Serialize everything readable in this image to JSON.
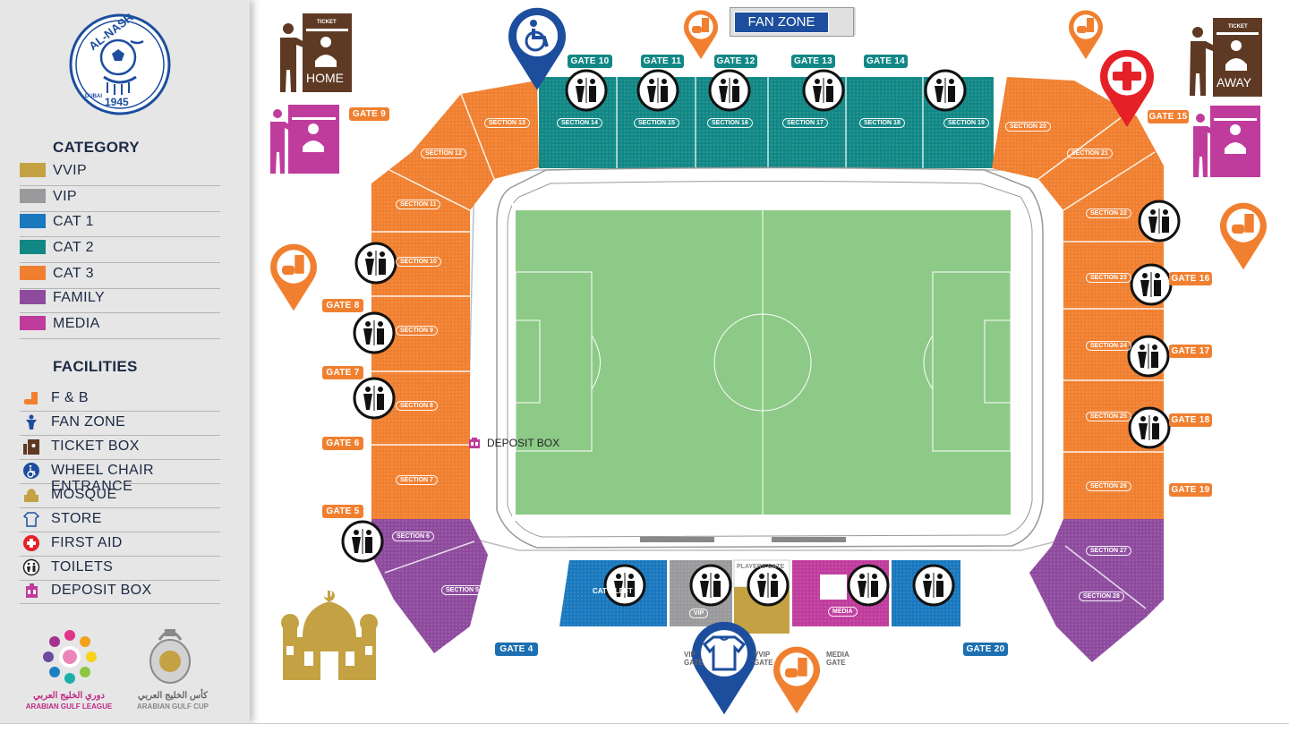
{
  "club": {
    "name": "AL-NASR",
    "city": "DUBAI",
    "year": "1945"
  },
  "colors": {
    "vvip": "#c4a243",
    "vip": "#9a9a9c",
    "cat1": "#1a78be",
    "cat2": "#128886",
    "cat3": "#f08030",
    "family": "#8e4b9e",
    "media": "#bf3c9d",
    "pitch": "#8dca87",
    "fb": "#f08030",
    "brown": "#5e3a24",
    "blue_pin": "#1d4e9e",
    "red_pin": "#e62027",
    "gold": "#c4a243"
  },
  "legend": {
    "category_title": "CATEGORY",
    "categories": [
      {
        "label": "VVIP",
        "color": "#c4a243"
      },
      {
        "label": "VIP",
        "color": "#9a9a9c"
      },
      {
        "label": "CAT 1",
        "color": "#1a78be"
      },
      {
        "label": "CAT 2",
        "color": "#128886"
      },
      {
        "label": "CAT 3",
        "color": "#f08030"
      },
      {
        "label": "FAMILY",
        "color": "#8e4b9e"
      },
      {
        "label": "MEDIA",
        "color": "#bf3c9d"
      }
    ],
    "facilities_title": "FACILITIES",
    "facilities": [
      {
        "label": "F & B",
        "icon": "fb-icon"
      },
      {
        "label": "FAN ZONE",
        "icon": "fan-zone-icon"
      },
      {
        "label": "TICKET BOX",
        "icon": "ticket-box-icon"
      },
      {
        "label": "WHEEL CHAIR ENTRANCE",
        "icon": "wheelchair-icon"
      },
      {
        "label": "MOSQUE",
        "icon": "mosque-icon"
      },
      {
        "label": "STORE",
        "icon": "store-icon"
      },
      {
        "label": "FIRST AID",
        "icon": "first-aid-icon"
      },
      {
        "label": "TOILETS",
        "icon": "toilets-icon"
      },
      {
        "label": "DEPOSIT BOX",
        "icon": "deposit-box-icon"
      }
    ]
  },
  "leagues": {
    "agl_ar": "دوري الخليج العربي",
    "agl_en": "ARABIAN GULF LEAGUE",
    "agc_ar": "كأس الخليج العربي",
    "agc_en": "ARABIAN GULF CUP"
  },
  "map": {
    "fan_zone": "FAN ZONE",
    "deposit_box": "DEPOSIT BOX",
    "ticket_home_sign": "TICKET",
    "ticket_home": "HOME",
    "ticket_away_sign": "TICKET",
    "ticket_away": "AWAY",
    "vip_gate": "VIP GATE",
    "vvip_gate": "VVIP GATE",
    "media_gate": "MEDIA GATE",
    "players_gate": "PLAYERS GATE",
    "stand_labels": {
      "cat1_left": "CAT 1 LEFT",
      "vip": "VIP",
      "media": "MEDIA"
    },
    "gates": {
      "g4": "GATE 4",
      "g5": "GATE 5",
      "g6": "GATE 6",
      "g7": "GATE 7",
      "g8": "GATE 8",
      "g9": "GATE 9",
      "g10": "GATE 10",
      "g11": "GATE 11",
      "g12": "GATE 12",
      "g13": "GATE 13",
      "g14": "GATE 14",
      "g15": "GATE 15",
      "g16": "GATE 16",
      "g17": "GATE 17",
      "g18": "GATE 18",
      "g19": "GATE 19",
      "g20": "GATE 20"
    },
    "sections": {
      "s5": "SECTION 5",
      "s6": "SECTION 6",
      "s7": "SECTION 7",
      "s8": "SECTION 8",
      "s9": "SECTION 9",
      "s10": "SECTION 10",
      "s11": "SECTION 11",
      "s12": "SECTION 12",
      "s13": "SECTION 13",
      "s14": "SECTION 14",
      "s15": "SECTION 15",
      "s16": "SECTION 16",
      "s17": "SECTION 17",
      "s18": "SECTION 18",
      "s19": "SECTION 19",
      "s20": "SECTION 20",
      "s21": "SECTION 21",
      "s22": "SECTION 22",
      "s23": "SECTION 23",
      "s24": "SECTION 24",
      "s25": "SECTION 25",
      "s26": "SECTION 26",
      "s27": "SECTION 27",
      "s28": "SECTION 28"
    }
  }
}
